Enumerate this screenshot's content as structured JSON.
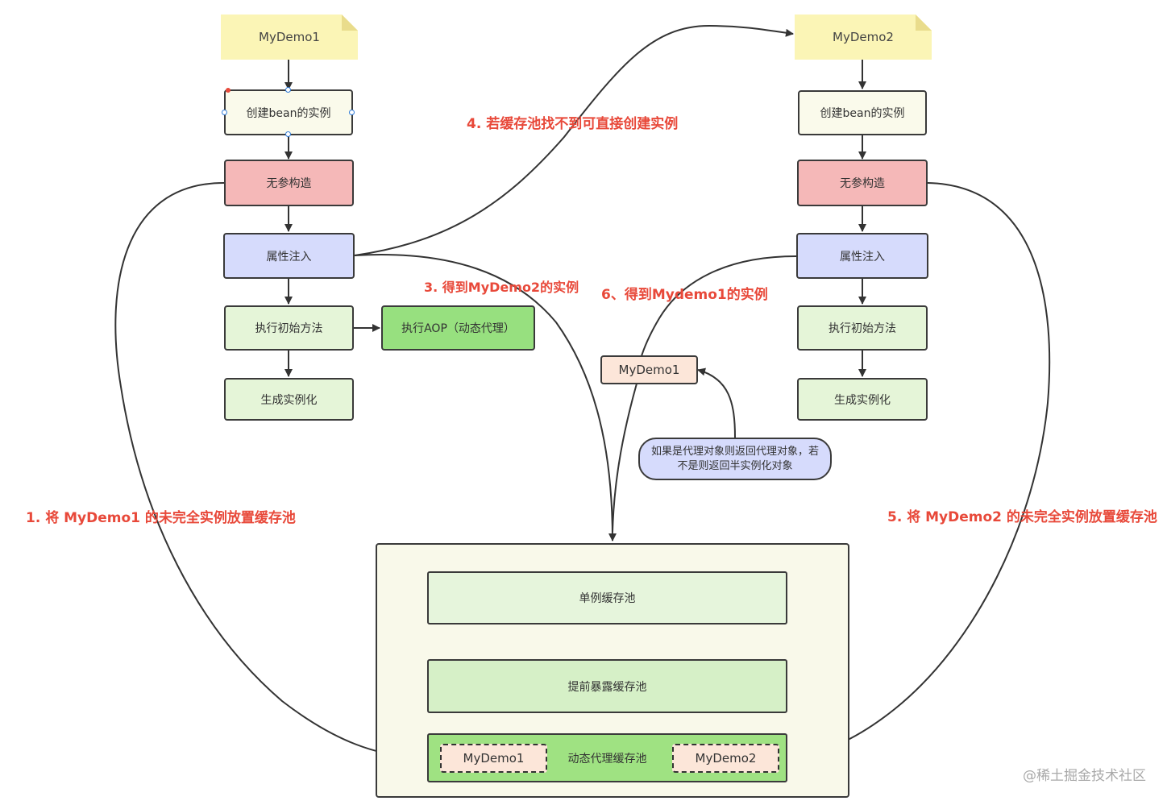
{
  "left_flow": {
    "note": "MyDemo1",
    "create_instance": "创建bean的实例",
    "no_arg_constructor": "无参构造",
    "property_injection": "属性注入",
    "init_method": "执行初始方法",
    "generate_instance": "生成实例化",
    "aop": "执行AOP（动态代理）"
  },
  "right_flow": {
    "note": "MyDemo2",
    "create_instance": "创建bean的实例",
    "no_arg_constructor": "无参构造",
    "property_injection": "属性注入",
    "init_method": "执行初始方法",
    "generate_instance": "生成实例化"
  },
  "middle": {
    "mydemo1_box": "MyDemo1",
    "bubble": "如果是代理对象则返回代理对象，若不是则返回半实例化对象"
  },
  "cache": {
    "singleton_pool": "单例缓存池",
    "early_pool": "提前暴露缓存池",
    "proxy_pool": "动态代理缓存池",
    "proxy_item1": "MyDemo1",
    "proxy_item2": "MyDemo2"
  },
  "annotations": {
    "step1": "1. 将 MyDemo1 的未完全实例放置缓存池",
    "step3": "3. 得到MyDemo2的实例",
    "step4": "4. 若缓存池找不到可直接创建实例",
    "step5": "5. 将 MyDemo2 的未完全实例放置缓存池",
    "step6": "6、得到Mydemo1的实例"
  },
  "watermark": "@稀土掘金技术社区",
  "colors": {
    "label_red": "#e8493a",
    "note_yellow": "#fbf5b6",
    "constructor_pink": "#f5b8b8",
    "injection_lavender": "#d6dbfc",
    "init_green": "#e5f5d8",
    "aop_green": "#97e07f",
    "cache_bg": "#f9f9ea"
  }
}
